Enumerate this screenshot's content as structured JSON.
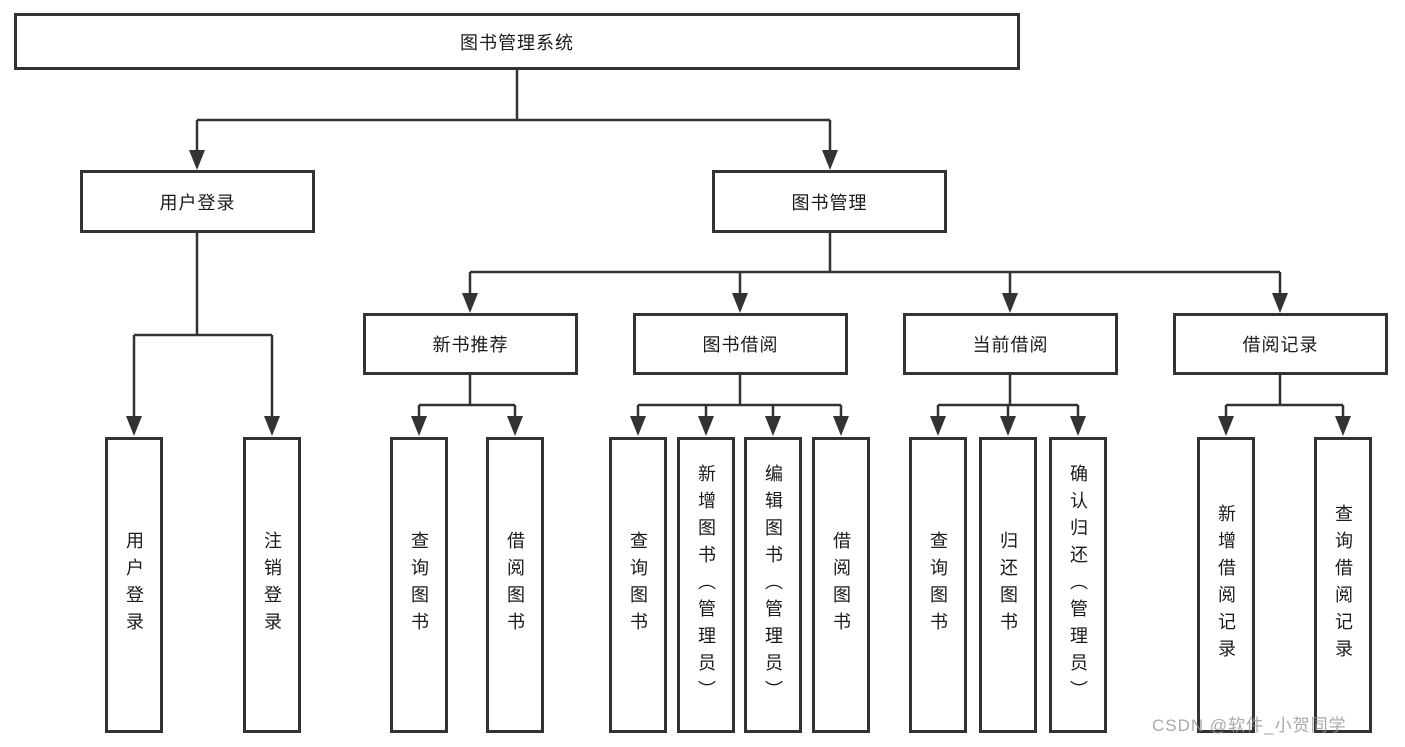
{
  "tree": {
    "root": {
      "label": "图书管理系统"
    },
    "children": [
      {
        "label": "用户登录",
        "children": [
          {
            "label": "用户登录"
          },
          {
            "label": "注销登录"
          }
        ]
      },
      {
        "label": "图书管理",
        "children": [
          {
            "label": "新书推荐",
            "children": [
              {
                "label": "查询图书"
              },
              {
                "label": "借阅图书"
              }
            ]
          },
          {
            "label": "图书借阅",
            "children": [
              {
                "label": "查询图书"
              },
              {
                "label": "新增图书（管理员）"
              },
              {
                "label": "编辑图书（管理员）"
              },
              {
                "label": "借阅图书"
              }
            ]
          },
          {
            "label": "当前借阅",
            "children": [
              {
                "label": "查询图书"
              },
              {
                "label": "归还图书"
              },
              {
                "label": "确认归还（管理员）"
              }
            ]
          },
          {
            "label": "借阅记录",
            "children": [
              {
                "label": "新增借阅记录"
              },
              {
                "label": "查询借阅记录"
              }
            ]
          }
        ]
      }
    ]
  },
  "watermark": {
    "text": "CSDN @软件_小贺同学"
  },
  "colors": {
    "line": "#333333",
    "box_border": "#333333",
    "text": "#1a1a1a",
    "watermark": "#969696",
    "background": "#ffffff"
  }
}
